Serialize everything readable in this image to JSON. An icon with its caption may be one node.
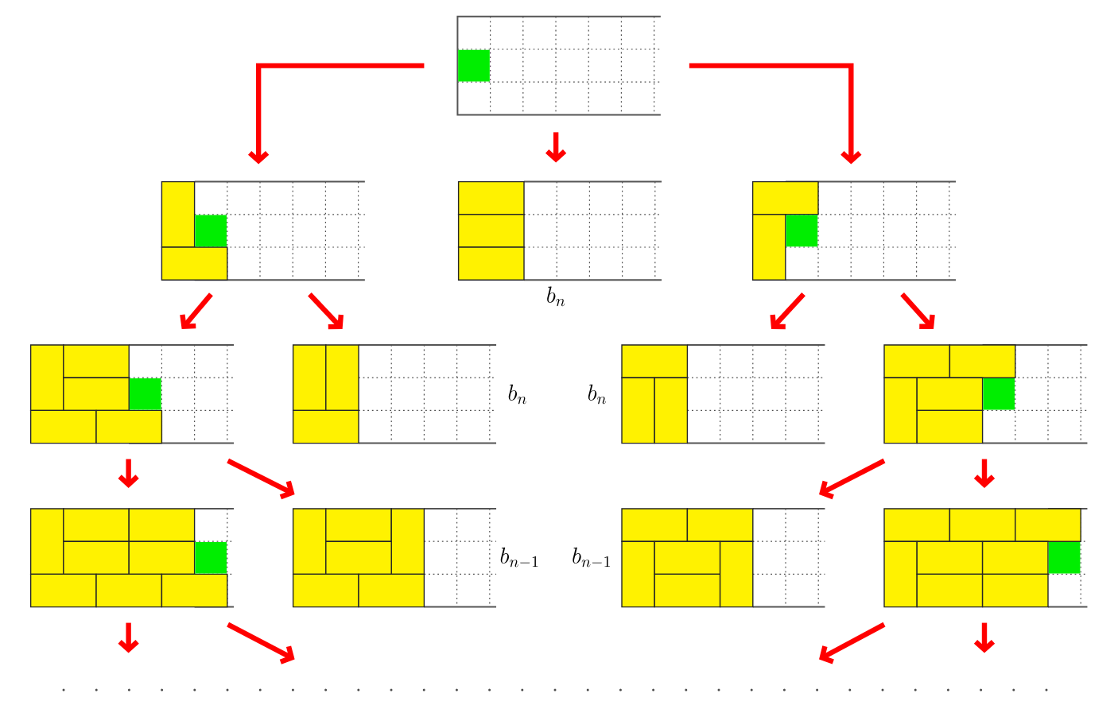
{
  "diagram": {
    "nodes": [
      {
        "text": [],
        "shape": "grid"
      },
      {
        "text": [],
        "shape": "grid"
      },
      {
        "text": [],
        "shape": "grid",
        "beside": [
          "b_n"
        ]
      },
      {
        "text": [],
        "shape": "grid"
      },
      {
        "text": [],
        "shape": "grid"
      },
      {
        "text": [],
        "shape": "grid",
        "beside": [
          "b_n"
        ]
      },
      {
        "text": [],
        "shape": "grid",
        "beside": [
          "b_n"
        ]
      },
      {
        "text": [],
        "shape": "grid"
      },
      {
        "text": [],
        "shape": "grid"
      },
      {
        "text": [],
        "shape": "grid",
        "beside": [
          "b_{n-1}"
        ]
      },
      {
        "text": [],
        "shape": "grid",
        "beside": [
          "b_{n-1}"
        ]
      },
      {
        "text": [],
        "shape": "grid"
      }
    ],
    "edges": [
      {
        "from": 0,
        "to": 1,
        "arrow": "to"
      },
      {
        "from": 0,
        "to": 2,
        "arrow": "to"
      },
      {
        "from": 0,
        "to": 3,
        "arrow": "to"
      },
      {
        "from": 1,
        "to": 4,
        "arrow": "to"
      },
      {
        "from": 1,
        "to": 5,
        "arrow": "to"
      },
      {
        "from": 3,
        "to": 6,
        "arrow": "to"
      },
      {
        "from": 3,
        "to": 7,
        "arrow": "to"
      },
      {
        "from": 4,
        "to": 8,
        "arrow": "to"
      },
      {
        "from": 4,
        "to": 9,
        "arrow": "to"
      },
      {
        "from": 7,
        "to": 10,
        "arrow": "to"
      },
      {
        "from": 7,
        "to": 11,
        "arrow": "to"
      },
      {
        "from": 8,
        "to": null,
        "arrow": "to"
      },
      {
        "from": 8,
        "to": null,
        "arrow": "to"
      },
      {
        "from": 11,
        "to": null,
        "arrow": "to"
      },
      {
        "from": 11,
        "to": null,
        "arrow": "to"
      }
    ]
  }
}
